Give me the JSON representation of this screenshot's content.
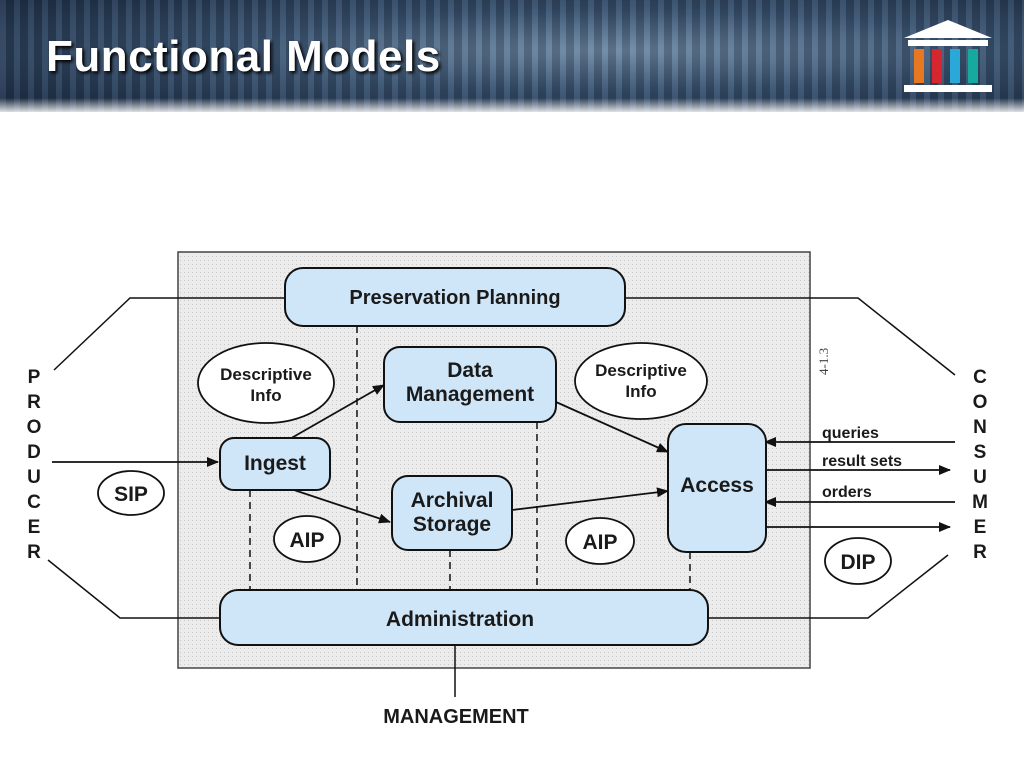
{
  "slide": {
    "title": "Functional Models"
  },
  "diagram": {
    "side_left": [
      "P",
      "R",
      "O",
      "D",
      "U",
      "C",
      "E",
      "R"
    ],
    "side_right": [
      "C",
      "O",
      "N",
      "S",
      "U",
      "M",
      "E",
      "R"
    ],
    "figure_ref": "4-1.3",
    "boxes": {
      "preservation_planning": "Preservation Planning",
      "data_management": [
        "Data",
        "Management"
      ],
      "ingest": "Ingest",
      "archival_storage": [
        "Archival",
        "Storage"
      ],
      "access": "Access",
      "administration": "Administration"
    },
    "ovals": {
      "descriptive_info_left": [
        "Descriptive",
        "Info"
      ],
      "descriptive_info_right": [
        "Descriptive",
        "Info"
      ],
      "sip": "SIP",
      "aip_left": "AIP",
      "aip_right": "AIP",
      "dip": "DIP"
    },
    "consumer_flows": {
      "queries": "queries",
      "result_sets": "result sets",
      "orders": "orders"
    },
    "bottom_label": "MANAGEMENT"
  },
  "colors": {
    "box_fill": "#cfe6f8",
    "panel_fill": "#e9e9e9",
    "logo_pillars": [
      "#e87722",
      "#d6262f",
      "#2aa9d8",
      "#16a9a0"
    ]
  }
}
